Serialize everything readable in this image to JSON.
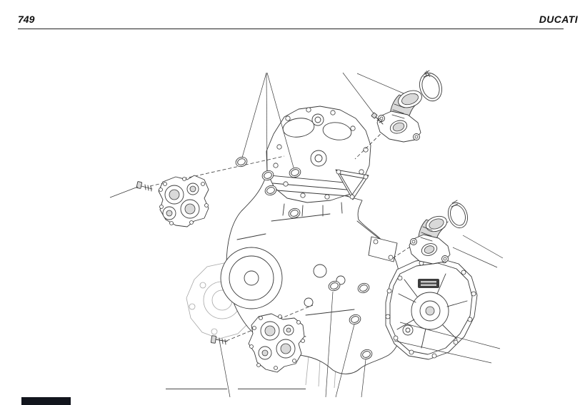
{
  "header": {
    "model": "749",
    "brand": "DUCATI"
  },
  "colors": {
    "line": "#3a3a3a",
    "light_line": "#a6a6a6",
    "shade": "#d9d9d9",
    "dark_badge": "#3d3d3d",
    "footer_bar": "#12151d",
    "rule": "#222222"
  },
  "diagram": {
    "o_ring_count": 9,
    "parts": [
      "engine-assembly",
      "cylinder-head",
      "clutch-cover",
      "cam-cover-left",
      "cam-cover-bottom",
      "intake-manifold-top",
      "intake-manifold-front",
      "clamp-band-top",
      "clamp-band-front",
      "screw-top",
      "screw-left",
      "screw-bottom",
      "o-rings"
    ]
  }
}
